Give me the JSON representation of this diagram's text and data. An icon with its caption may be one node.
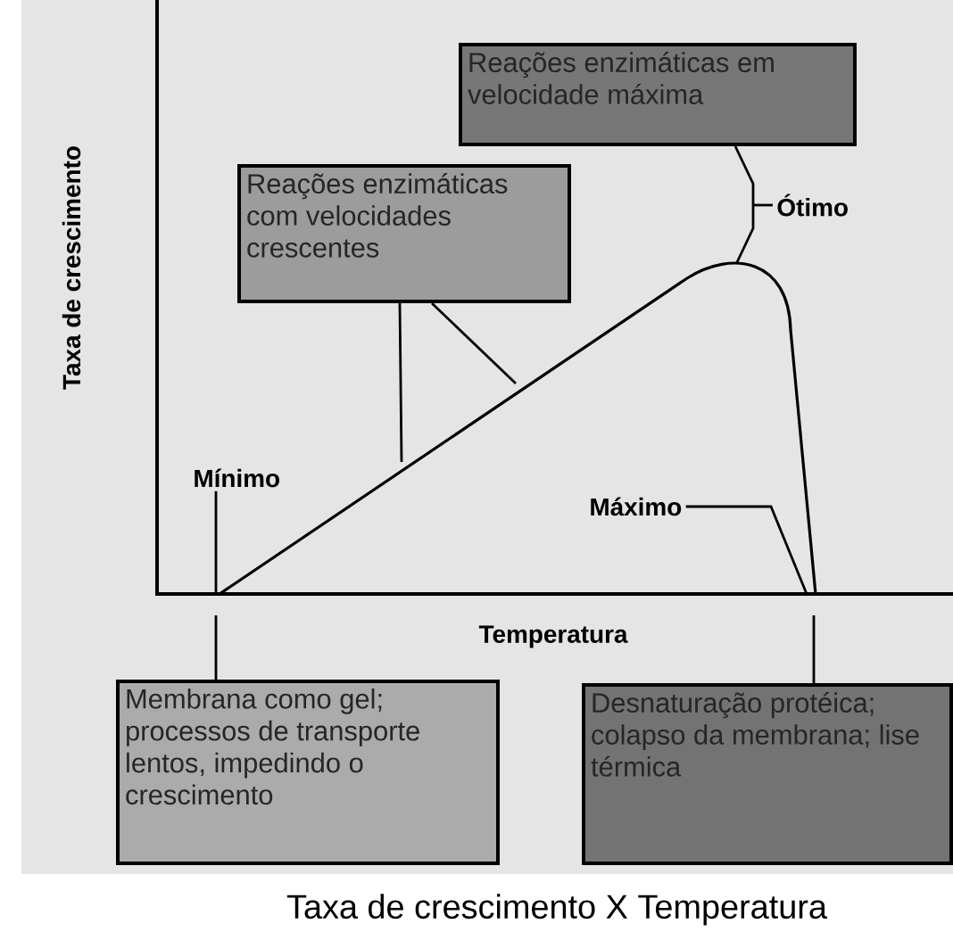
{
  "diagram": {
    "caption": "Taxa de crescimento X Temperatura",
    "nodes": [
      {
        "text": [
          "Reações enzimáticas em velocidade máxima"
        ]
      },
      {
        "text": [
          "Reações enzimáticas com velocidades crescentes"
        ]
      },
      {
        "text": [
          "Ótimo"
        ]
      },
      {
        "text": [
          "Mínimo"
        ]
      },
      {
        "text": [
          "Máximo"
        ]
      },
      {
        "text": [
          "Membrana como gel; processos de transporte lentos, impedindo o crescimento"
        ]
      },
      {
        "text": [
          "Desnaturação protéica; colapso da membrana; lise térmica"
        ]
      }
    ],
    "edges": [
      {
        "from": 0,
        "to": null,
        "arrow": "none"
      },
      {
        "from": 2,
        "to": null,
        "arrow": "none"
      },
      {
        "from": 1,
        "to": null,
        "arrow": "none"
      },
      {
        "from": 1,
        "to": null,
        "arrow": "none"
      },
      {
        "from": 3,
        "to": null,
        "arrow": "none"
      },
      {
        "from": 4,
        "to": null,
        "arrow": "none"
      },
      {
        "from": 5,
        "to": null,
        "arrow": "none"
      },
      {
        "from": 6,
        "to": null,
        "arrow": "none"
      }
    ],
    "labels": [
      "Taxa de crescimento",
      "Temperatura"
    ]
  }
}
